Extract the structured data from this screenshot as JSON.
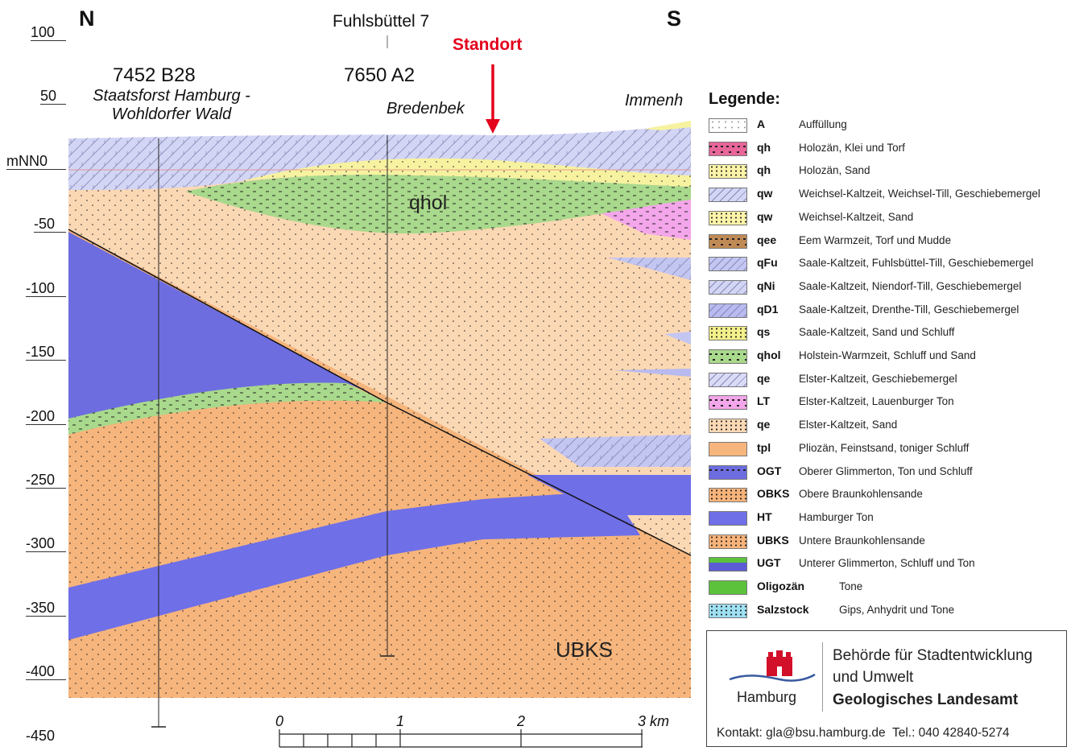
{
  "profile": {
    "north_label": "N",
    "south_label": "S",
    "well_top": "Fuhlsbüttel 7",
    "site_label": "Standort",
    "site_color": "#e3001b",
    "boreholes": [
      {
        "id": "7452 B28",
        "location_line1": "Staatsforst Hamburg -",
        "location_line2": "Wohldorfer Wald"
      },
      {
        "id": "7650 A2",
        "location_line1": "Bredenbek",
        "location_line2": ""
      }
    ],
    "east_location": "Immenh",
    "layer_labels": [
      "qhol",
      "UBKS"
    ],
    "y_axis": {
      "ticks": [
        "100",
        "50",
        "0",
        "-50",
        "-100",
        "-150",
        "-200",
        "-250",
        "-300",
        "-350",
        "-400",
        "-450"
      ],
      "datum_prefix": "mNN"
    },
    "scale": {
      "labels": [
        "0",
        "1",
        "2",
        "3 km"
      ]
    }
  },
  "legend": {
    "title": "Legende:",
    "items": [
      {
        "code": "A",
        "desc": "Auffüllung",
        "color": "#ffffff",
        "pattern": "caret"
      },
      {
        "code": "qh",
        "desc": "Holozän, Klei und Torf",
        "color": "#e8669a",
        "pattern": "dash"
      },
      {
        "code": "qh",
        "desc": "Holozän, Sand",
        "color": "#fbf3a8",
        "pattern": "dot"
      },
      {
        "code": "qw",
        "desc": "Weichsel-Kaltzeit, Weichsel-Till, Geschiebemergel",
        "color": "#d3d5f5",
        "pattern": "till"
      },
      {
        "code": "qw",
        "desc": "Weichsel-Kaltzeit, Sand",
        "color": "#fbf3a8",
        "pattern": "dot"
      },
      {
        "code": "qee",
        "desc": "Eem Warmzeit, Torf und Mudde",
        "color": "#c08a55",
        "pattern": "dash"
      },
      {
        "code": "qFu",
        "desc": "Saale-Kaltzeit, Fuhlsbüttel-Till, Geschiebemergel",
        "color": "#c4c6f2",
        "pattern": "till"
      },
      {
        "code": "qNi",
        "desc": "Saale-Kaltzeit, Niendorf-Till, Geschiebemergel",
        "color": "#d3d5f5",
        "pattern": "till"
      },
      {
        "code": "qD1",
        "desc": "Saale-Kaltzeit, Drenthe-Till, Geschiebemergel",
        "color": "#b8baf0",
        "pattern": "till"
      },
      {
        "code": "qs",
        "desc": "Saale-Kaltzeit, Sand und Schluff",
        "color": "#f3f08a",
        "pattern": "dot"
      },
      {
        "code": "qhol",
        "desc": "Holstein-Warmzeit, Schluff und Sand",
        "color": "#a9d98c",
        "pattern": "dash"
      },
      {
        "code": "qe",
        "desc": "Elster-Kaltzeit, Geschiebemergel",
        "color": "#d9dbf7",
        "pattern": "till"
      },
      {
        "code": "LT",
        "desc": "Elster-Kaltzeit, Lauenburger Ton",
        "color": "#f4a6ea",
        "pattern": "dash"
      },
      {
        "code": "qe",
        "desc": "Elster-Kaltzeit, Sand",
        "color": "#fbd8b4",
        "pattern": "dot"
      },
      {
        "code": "tpl",
        "desc": "Pliozän, Feinstsand, toniger Schluff",
        "color": "#f6b57c",
        "pattern": "none"
      },
      {
        "code": "OGT",
        "desc": "Oberer Glimmerton, Ton und Schluff",
        "color": "#6d6de0",
        "pattern": "ogt"
      },
      {
        "code": "OBKS",
        "desc": "Obere Braunkohlensande",
        "color": "#f7b37a",
        "pattern": "dot"
      },
      {
        "code": "HT",
        "desc": "Hamburger Ton",
        "color": "#6f6fe8",
        "pattern": "none"
      },
      {
        "code": "UBKS",
        "desc": "Untere Braunkohlensande",
        "color": "#f7b37a",
        "pattern": "dot"
      },
      {
        "code": "UGT",
        "desc": "Unterer Glimmerton, Schluff und Ton",
        "color": "#5b5bd6",
        "pattern": "ugt"
      },
      {
        "code": "Oligozän",
        "desc": "Tone",
        "color": "#5cc23c",
        "pattern": "none"
      },
      {
        "code": "Salzstock",
        "desc": "Gips, Anhydrit und Tone",
        "color": "#9ee0f2",
        "pattern": "dot"
      }
    ]
  },
  "info": {
    "authority_line1": "Behörde für Stadtentwicklung",
    "authority_line2": "und Umwelt",
    "department": "Geologisches Landesamt",
    "city": "Hamburg",
    "contact": "Kontakt: gla@bsu.hamburg.de  Tel.: 040 42840-5274"
  }
}
